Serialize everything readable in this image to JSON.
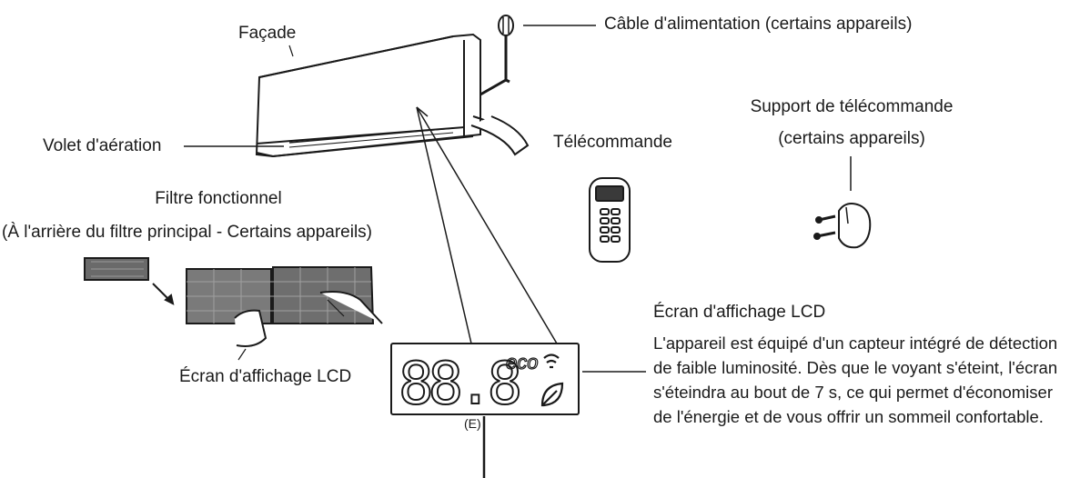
{
  "labels": {
    "facade": "Façade",
    "power_cable": "Câble d'alimentation (certains appareils)",
    "air_flap": "Volet d'aération",
    "remote": "Télécommande",
    "remote_holder_line1": "Support de télécommande",
    "remote_holder_line2": "(certains appareils)",
    "functional_filter": "Filtre fonctionnel",
    "filter_note": "(À l'arrière du filtre principal - Certains appareils)",
    "lcd_screen": "Écran d'affichage LCD",
    "marker_e": "(E)",
    "display_title": "Écran d'affichage LCD",
    "display_description": "L'appareil est équipé d'un capteur intégré de détection de faible luminosité. Dès que le voyant s'éteint, l'écran s'éteindra au bout de 7 s, ce qui permet d'économiser de l'énergie et de vous offrir un sommeil confortable."
  },
  "lcd": {
    "digits": "88.8",
    "eco_text": "eco"
  },
  "icons": [
    "power-plug-icon",
    "wifi-icon",
    "leaf-icon"
  ]
}
